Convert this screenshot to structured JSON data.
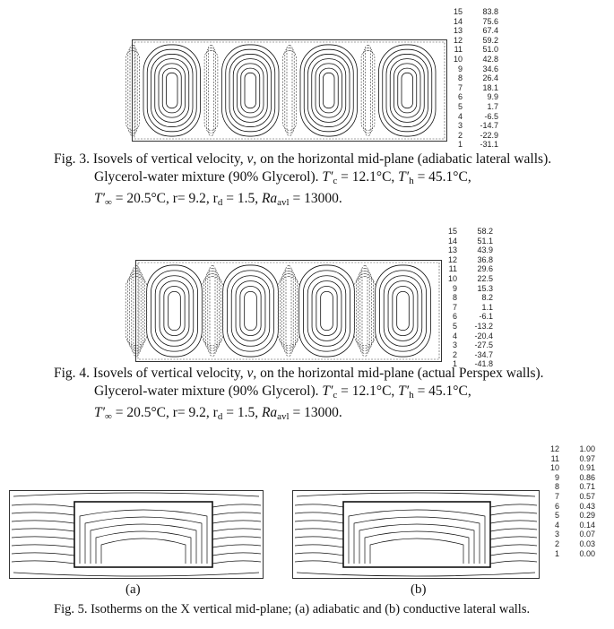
{
  "fig3": {
    "legend": [
      {
        "k": "15",
        "v": "83.8"
      },
      {
        "k": "14",
        "v": "75.6"
      },
      {
        "k": "13",
        "v": "67.4"
      },
      {
        "k": "12",
        "v": "59.2"
      },
      {
        "k": "11",
        "v": "51.0"
      },
      {
        "k": "10",
        "v": "42.8"
      },
      {
        "k": "9",
        "v": "34.6"
      },
      {
        "k": "8",
        "v": "26.4"
      },
      {
        "k": "7",
        "v": "18.1"
      },
      {
        "k": "6",
        "v": "9.9"
      },
      {
        "k": "5",
        "v": "1.7"
      },
      {
        "k": "4",
        "v": "-6.5"
      },
      {
        "k": "3",
        "v": "-14.7"
      },
      {
        "k": "2",
        "v": "-22.9"
      },
      {
        "k": "1",
        "v": "-31.1"
      }
    ],
    "caption": {
      "lead": "Fig. 3.  Isovels of vertical velocity, ",
      "var": "v",
      "rest1": ", on the horizontal mid-plane (adiabatic lateral walls).",
      "line2": "Glycerol-water mixture (90% Glycerol). ",
      "tc": "T′",
      "tc_sub": "c",
      "tc_val": " = 12.1°C, ",
      "th": "T′",
      "th_sub": "h",
      "th_val": " = 45.1°C,",
      "tinf": "T′",
      "tinf_sub": "∞",
      "line3_rest": " = 20.5°C, r= 9.2, r",
      "rd_sub": "d",
      "rd_rest": " = 1.5, ",
      "ra": "Ra",
      "ra_sub": "avl",
      "ra_val": " = 13000."
    }
  },
  "fig4": {
    "legend": [
      {
        "k": "15",
        "v": "58.2"
      },
      {
        "k": "14",
        "v": "51.1"
      },
      {
        "k": "13",
        "v": "43.9"
      },
      {
        "k": "12",
        "v": "36.8"
      },
      {
        "k": "11",
        "v": "29.6"
      },
      {
        "k": "10",
        "v": "22.5"
      },
      {
        "k": "9",
        "v": "15.3"
      },
      {
        "k": "8",
        "v": "8.2"
      },
      {
        "k": "7",
        "v": "1.1"
      },
      {
        "k": "6",
        "v": "-6.1"
      },
      {
        "k": "5",
        "v": "-13.2"
      },
      {
        "k": "4",
        "v": "-20.4"
      },
      {
        "k": "3",
        "v": "-27.5"
      },
      {
        "k": "2",
        "v": "-34.7"
      },
      {
        "k": "1",
        "v": "-41.8"
      }
    ],
    "caption": {
      "lead": "Fig. 4.  Isovels of vertical velocity, ",
      "var": "v",
      "rest1": ", on the horizontal mid-plane (actual Perspex walls).",
      "line2": "Glycerol-water mixture (90% Glycerol). ",
      "tc": "T′",
      "tc_sub": "c",
      "tc_val": " = 12.1°C, ",
      "th": "T′",
      "th_sub": "h",
      "th_val": " = 45.1°C,",
      "tinf": "T′",
      "tinf_sub": "∞",
      "line3_rest": " = 20.5°C, r= 9.2, r",
      "rd_sub": "d",
      "rd_rest": " = 1.5, ",
      "ra": "Ra",
      "ra_sub": "avl",
      "ra_val": " = 13000."
    }
  },
  "fig5": {
    "legend": [
      {
        "k": "12",
        "v": "1.00"
      },
      {
        "k": "11",
        "v": "0.97"
      },
      {
        "k": "10",
        "v": "0.91"
      },
      {
        "k": "9",
        "v": "0.86"
      },
      {
        "k": "8",
        "v": "0.71"
      },
      {
        "k": "7",
        "v": "0.57"
      },
      {
        "k": "6",
        "v": "0.43"
      },
      {
        "k": "5",
        "v": "0.29"
      },
      {
        "k": "4",
        "v": "0.14"
      },
      {
        "k": "3",
        "v": "0.07"
      },
      {
        "k": "2",
        "v": "0.03"
      },
      {
        "k": "1",
        "v": "0.00"
      }
    ],
    "label_a": "(a)",
    "label_b": "(b)",
    "caption": "Fig. 5.  Isotherms on the X vertical mid-plane; (a) adiabatic and (b) conductive lateral walls."
  }
}
